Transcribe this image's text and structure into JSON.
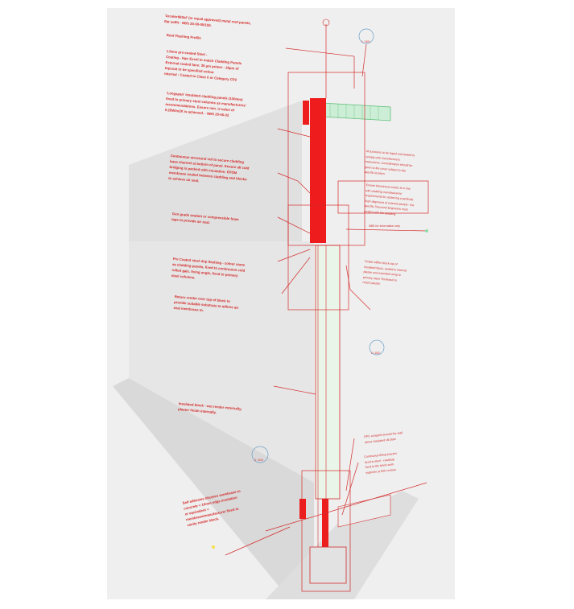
{
  "colors": {
    "annotation": "#d42a2a",
    "fill_red": "#ee1c1c",
    "insulation_green": "#5fbf7a",
    "tag_blue": "#6a9fc6",
    "background": "#e9e9e9"
  },
  "notes_left": [
    "'ArcelorMittal' (or equal approved) metal roof panels,\nflat soffit - NBS 20-00-05/150.",
    "Roof Flashing Profile",
    "1.5mm pre-coated Steel -\nCoating - Hair Excel to match Cladding Panels\nExternal coated face: 35 µm primer - 35µm of\ntopcoat to be specified colour\nInternal : Coated to Class 0 or Category CP2",
    "'Longspan' insulated cladding panels (100mm)\nfixed to primary steel columns as manufacturers'\nrecommendations. Ensure min. U-value of\n0.28W/m2K is achieved. - NBS 20-00-02",
    "Continuous structural rail to secure cladding\nbase channel at bottom of panel. Ensure all cold\nbridging is packed with insulation. EPDM\nmembrane sealed between cladding and blocks\nto achieve air seal.",
    "Gun grade sealant or compressible foam\ntape to provide air seal.",
    "Pre Coated steel drip flashing - colour same\nas cladding panels, fixed to continuous cold\nrolled gals. fixing angle, fixed to primary\nsteel columns.",
    "Return render over top of block to\nprovide suitable substrate to adhere air\nseal membrane to.",
    "Insulated block - wet render externally,\nplaster finish internally.",
    "Self adhesive bitumen membrane to\nconcrete + 10mm edge insulation\nor equivalent +\nmembrane/manufacturer fixed to\ncavity render block."
  ],
  "notes_right": [
    "All junctions to be taped and sealed to\ncomply with manufacturers\ninstructions. Consideration should be\ngiven to the cover subject to site\nspecific location.",
    "Ensure bituminous mastic is in line\nwith cladding manufacturers'\nrequirements for achieving a perfectly\nflush alignment of external panels - the\nspecific Structural Engineers must\nconfirm with the cladding.",
    "NBS for information only",
    "Timber stiffen block top of\ninsulated block, sealed to internal\nplaster and extended wrap to\nprimary steel. Rockwool to\nrecent plaster.",
    "DPC wrapped around the wall\nabove insulated cill plate",
    "Continuous fitting bracket\nfixed to steel - rawlplug\nfixed to the block work\nsupports at 600 centres"
  ],
  "tags": [
    "1 / D01",
    "2 / D02",
    "3 / D03"
  ]
}
